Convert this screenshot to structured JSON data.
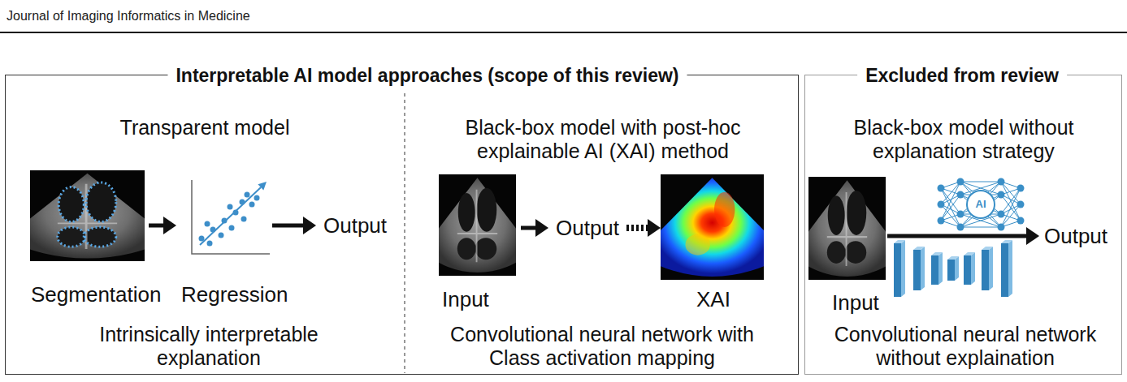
{
  "diagram": {
    "nodes": [
      {
        "text": [
          "Interpretable AI model approaches (scope of this review)"
        ]
      },
      {
        "text": [
          "Transparent model",
          "Intrinsically interpretable explanation"
        ],
        "in": 0
      },
      {
        "text": [
          "Segmentation"
        ],
        "in": 1
      },
      {
        "text": [
          "Regression"
        ],
        "in": 1
      },
      {
        "text": [
          "Output"
        ],
        "in": 1
      },
      {
        "text": [
          "Black-box model with post-hoc explainable AI (XAI) method",
          "Convolutional neural network with Class activation mapping"
        ],
        "in": 0
      },
      {
        "text": [
          "Input"
        ],
        "in": 5
      },
      {
        "text": [
          "Output"
        ],
        "in": 5
      },
      {
        "text": [
          "XAI"
        ],
        "in": 5
      },
      {
        "text": [
          "Excluded from review",
          "Black-box model without explanation strategy",
          "Convolutional neural network without explaination"
        ]
      },
      {
        "text": [
          "Input"
        ],
        "in": 9
      },
      {
        "text": [
          "Output"
        ],
        "in": 9
      }
    ],
    "edges": [
      {
        "from": 2,
        "to": 3,
        "arrow": "to"
      },
      {
        "from": 3,
        "to": 4,
        "arrow": "to"
      },
      {
        "from": 6,
        "to": 7,
        "arrow": "to"
      },
      {
        "from": 7,
        "to": 8,
        "arrow": "to"
      },
      {
        "from": 10,
        "to": 11,
        "arrow": "to"
      }
    ],
    "labels": [
      "Journal of Imaging Informatics in Medicine",
      "AI"
    ]
  }
}
